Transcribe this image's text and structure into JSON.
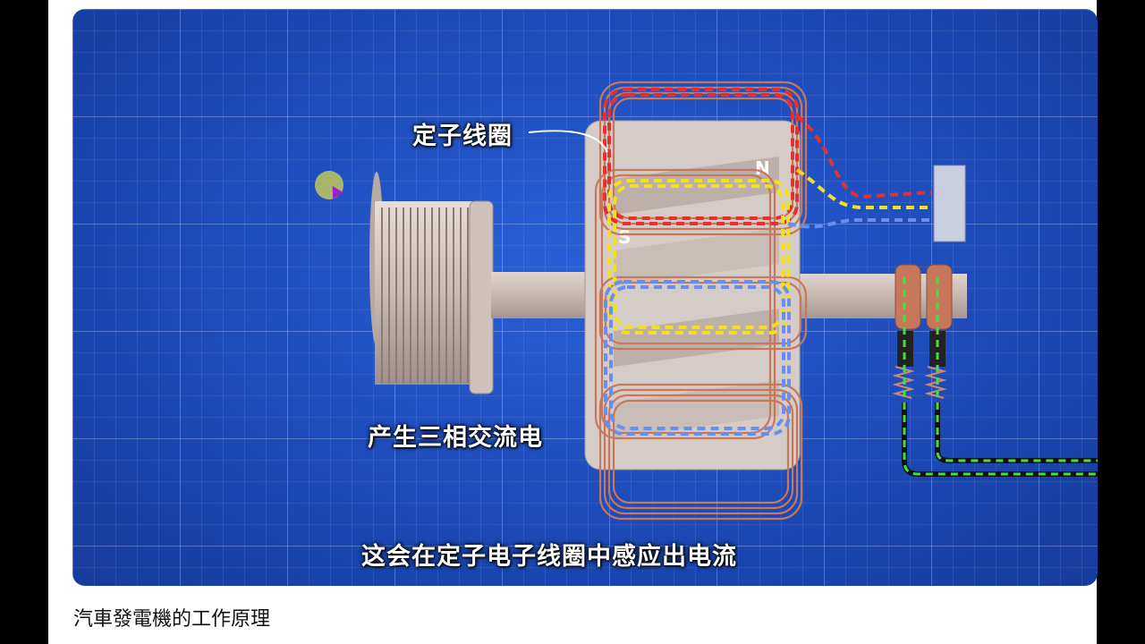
{
  "video": {
    "label_stator_coil": "定子线圈",
    "label_three_phase": "产生三相交流电",
    "subtitle": "这会在定子电子线圈中感应出电流",
    "pole_n": "N",
    "pole_s": "S"
  },
  "caption": "汽車發電機的工作原理",
  "colors": {
    "background": "#1a48b8",
    "coil_copper": "#c8785a",
    "phase_red": "#e53030",
    "phase_yellow": "#f0e020",
    "phase_blue": "#6a8ef0",
    "dc_green": "#40e040"
  }
}
